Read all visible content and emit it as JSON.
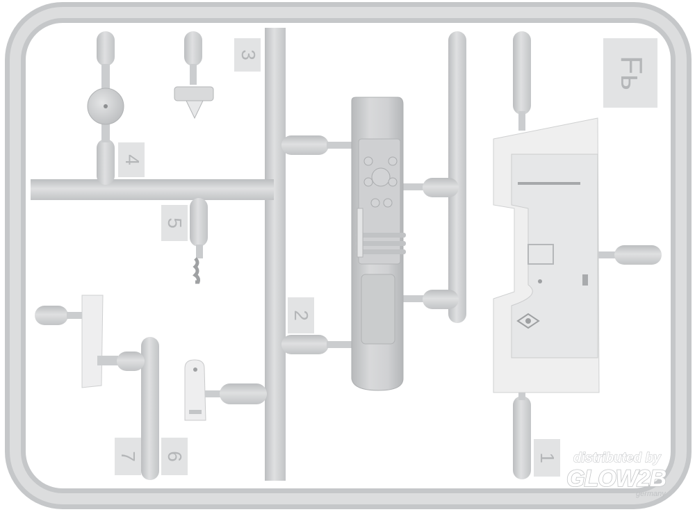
{
  "sprue_letter": "Fь",
  "part_numbers": [
    "3",
    "4",
    "5",
    "2",
    "7",
    "6",
    "1"
  ],
  "watermark": {
    "line1": "distributed by",
    "brand": "GLOW2B",
    "line2": "germany"
  },
  "colors": {
    "background": "#ffffff",
    "plastic": "#d3d5d7",
    "plastic_shadow": "#b9bbbd",
    "plastic_light": "#e6e7e8",
    "tag": "#e4e5e6"
  }
}
